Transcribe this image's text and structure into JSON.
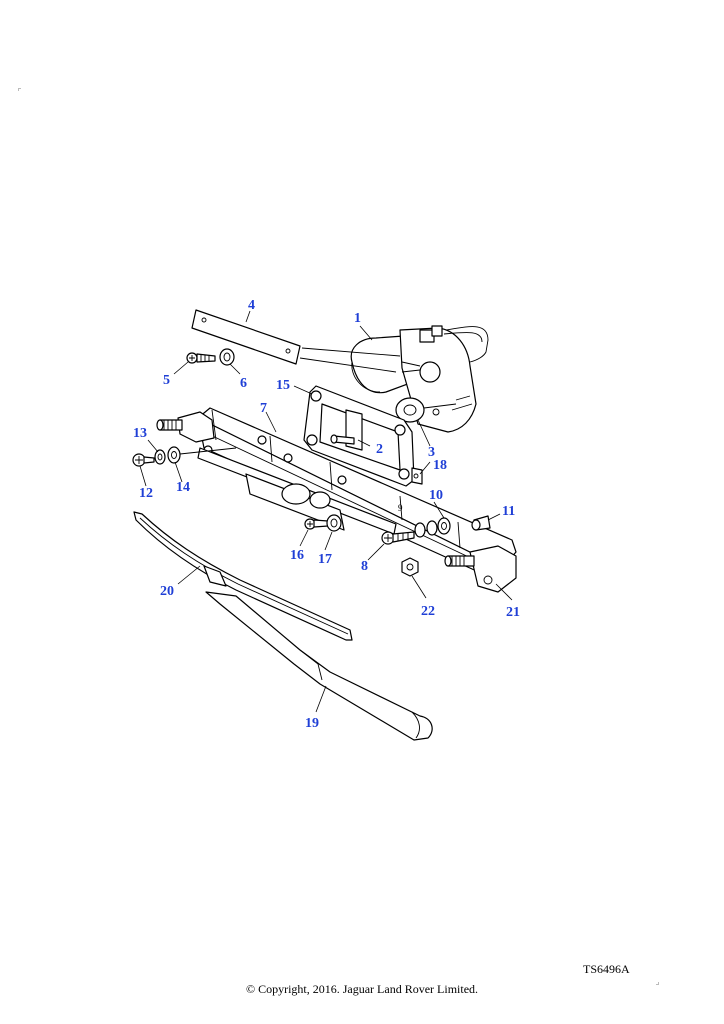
{
  "diagram": {
    "reference_code": "TS6496A",
    "copyright": "© Copyright, 2016. Jaguar Land Rover Limited.",
    "callouts": {
      "c1": "1",
      "c2": "2",
      "c3": "3",
      "c4": "4",
      "c5": "5",
      "c6": "6",
      "c7": "7",
      "c8": "8",
      "c9": "9",
      "c10": "10",
      "c11": "11",
      "c12": "12",
      "c13": "13",
      "c14": "14",
      "c15": "15",
      "c16": "16",
      "c17": "17",
      "c18": "18",
      "c19": "19",
      "c20": "20",
      "c21": "21",
      "c22": "22"
    },
    "colors": {
      "callout": "#1f3fd6",
      "line": "#000000"
    }
  }
}
